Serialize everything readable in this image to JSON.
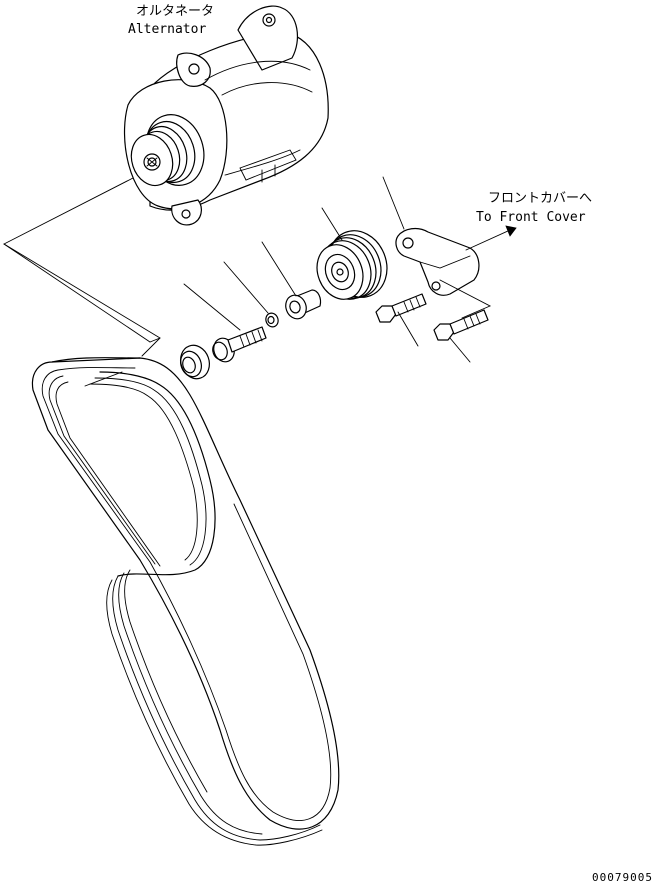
{
  "labels": {
    "alternator_jp": "オルタネータ",
    "alternator_en": "Alternator",
    "front_cover_jp": "フロントカバーへ",
    "front_cover_en": "To Front Cover"
  },
  "drawing_code": "00079005"
}
